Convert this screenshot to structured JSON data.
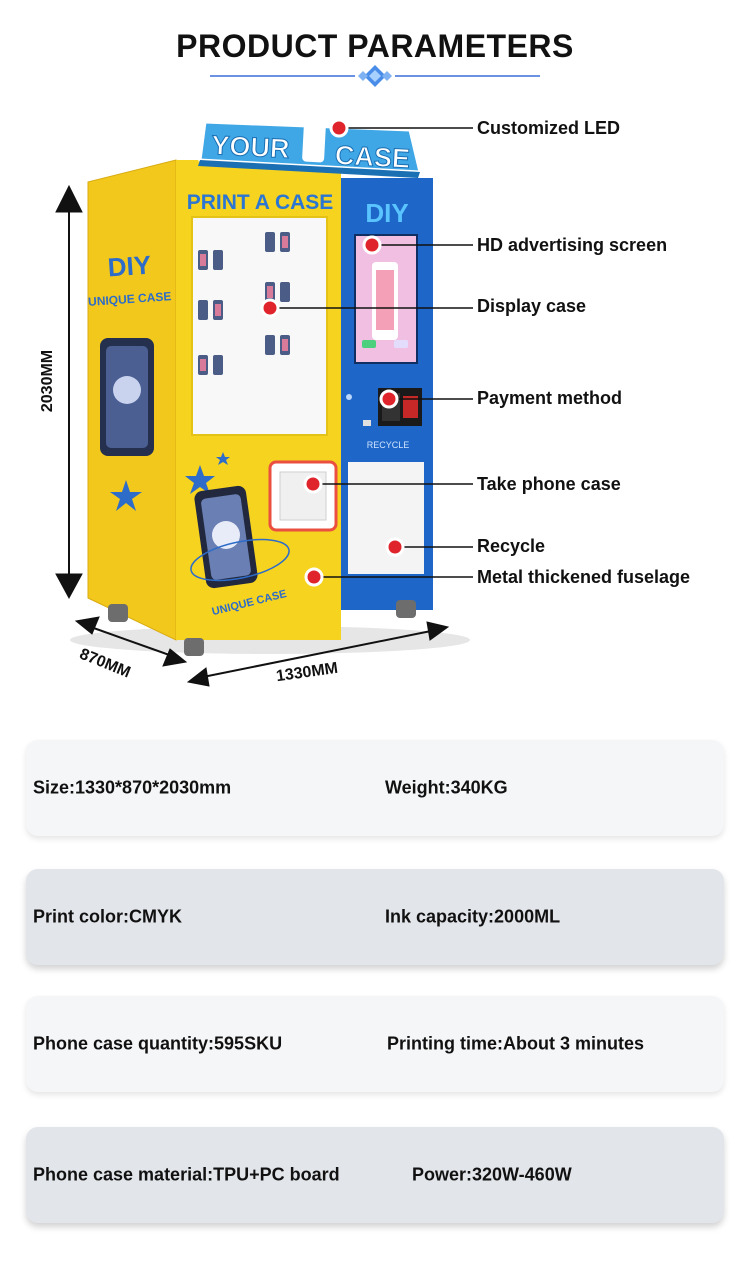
{
  "header": {
    "title": "PRODUCT PARAMETERS"
  },
  "machine": {
    "led_sign_text": [
      "YOUR",
      "CASE"
    ],
    "left_panel_text": [
      "DIY",
      "UNIQUE CASE"
    ],
    "front_panel_title": "PRINT A CASE",
    "blue_panel_title": "DIY",
    "recycle_label": "RECYCLE",
    "bottom_text": "UNIQUE CASE",
    "colors": {
      "yellow": "#f6d31f",
      "blue": "#1e66c8",
      "led_blue": "#3fa7e6",
      "dot_red": "#e0242b"
    }
  },
  "callouts": [
    {
      "label": "Customized LED"
    },
    {
      "label": "HD advertising screen"
    },
    {
      "label": "Display case"
    },
    {
      "label": "Payment method"
    },
    {
      "label": "Take phone case"
    },
    {
      "label": "Recycle"
    },
    {
      "label": "Metal thickened fuselage"
    }
  ],
  "dimensions": {
    "height": "2030MM",
    "depth": "870MM",
    "width": "1330MM"
  },
  "specs": [
    {
      "left": "Size:1330*870*2030mm",
      "right": "Weight:340KG"
    },
    {
      "left": "Print color:CMYK",
      "right": "Ink capacity:2000ML"
    },
    {
      "left": "Phone case quantity:595SKU",
      "right": "Printing time:About 3 minutes"
    },
    {
      "left": "Phone case material:TPU+PC board",
      "right": "Power:320W-460W"
    }
  ]
}
